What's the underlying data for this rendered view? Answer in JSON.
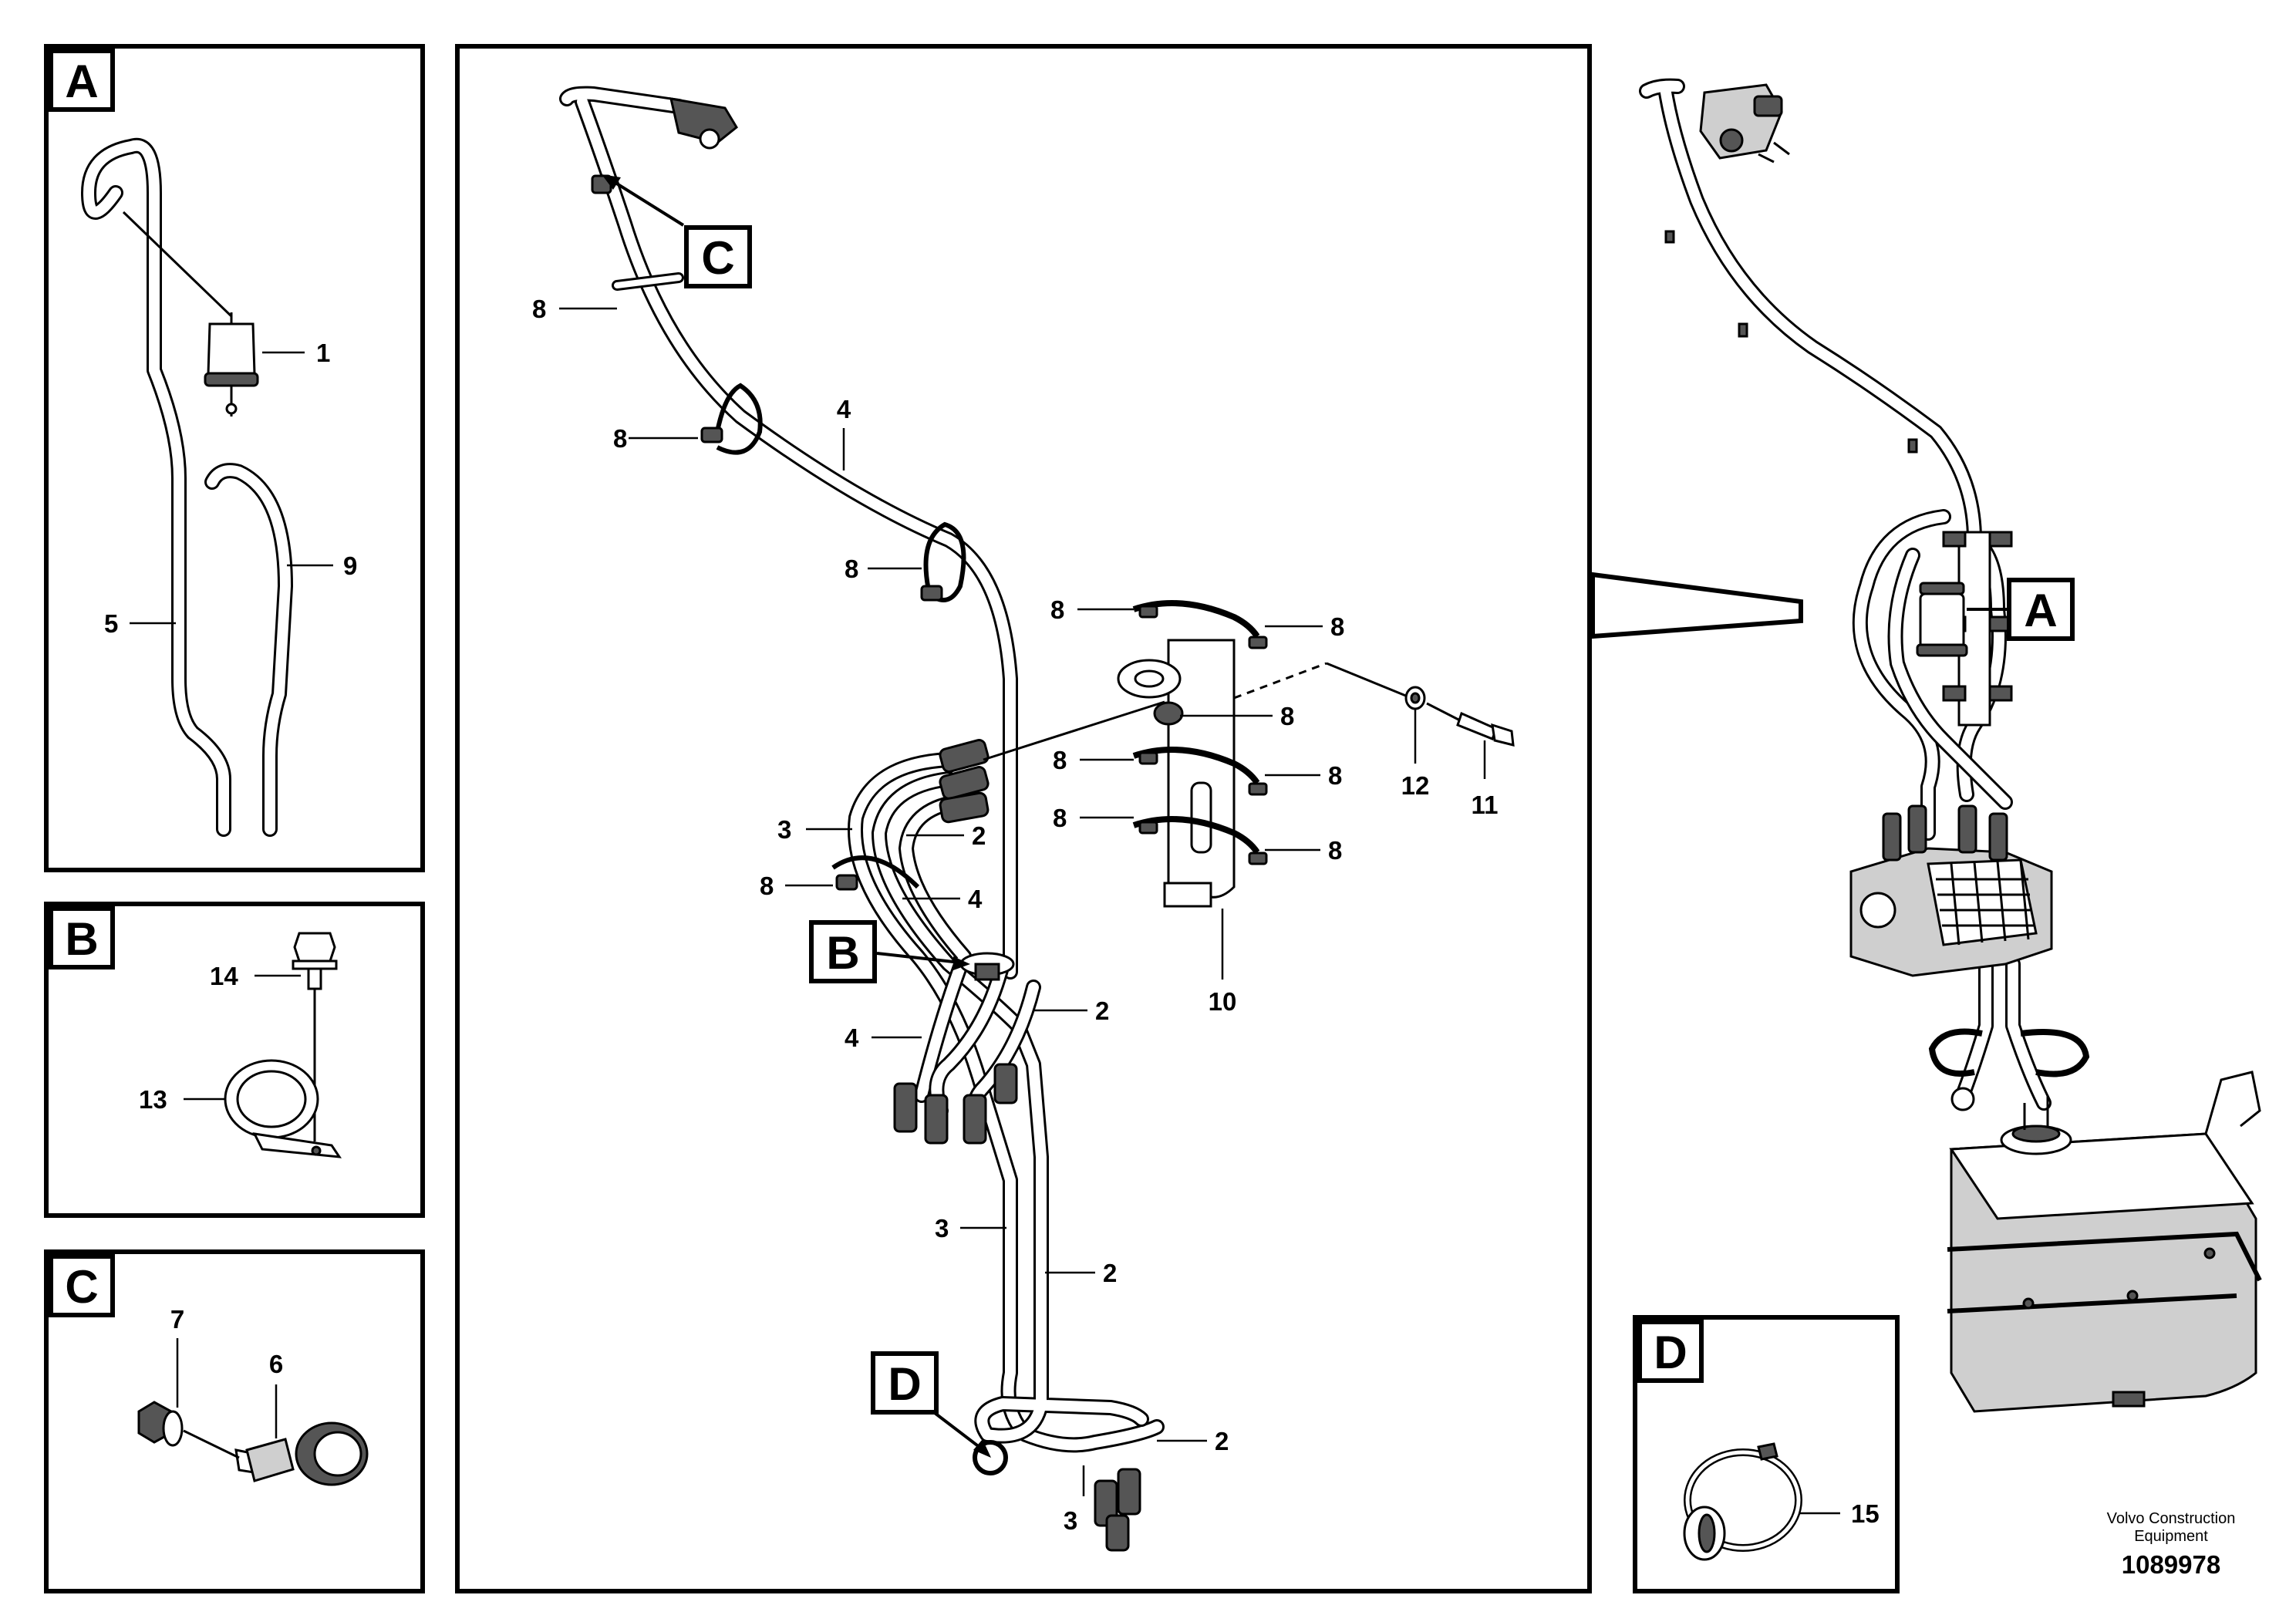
{
  "panels": {
    "a": {
      "badge": "A",
      "labels": {
        "item1": "1",
        "item5": "5",
        "item9": "9"
      }
    },
    "b": {
      "badge": "B",
      "labels": {
        "item14": "14",
        "item13": "13"
      }
    },
    "c": {
      "badge": "C",
      "labels": {
        "item7": "7",
        "item6": "6"
      }
    },
    "d": {
      "badge": "D",
      "labels": {
        "item15": "15"
      }
    }
  },
  "main": {
    "badges": {
      "c": "C",
      "b": "B",
      "d": "D"
    },
    "labels": {
      "l8a": "8",
      "l8b": "8",
      "l4a": "4",
      "l8c": "8",
      "l8d": "8",
      "l8e": "8",
      "l8f": "8",
      "l8g": "8",
      "l8h": "8",
      "l8i": "8",
      "l8j": "8",
      "l12": "12",
      "l11": "11",
      "l10": "10",
      "l3a": "3",
      "l2a": "2",
      "l8k": "8",
      "l4b": "4",
      "l2b": "2",
      "l4c": "4",
      "l3b": "3",
      "l2c": "2",
      "l2d": "2",
      "l3c": "3"
    }
  },
  "overview": {
    "badge": "A"
  },
  "footer": {
    "company_line1": "Volvo Construction",
    "company_line2": "Equipment",
    "drawing_number": "1089978"
  }
}
